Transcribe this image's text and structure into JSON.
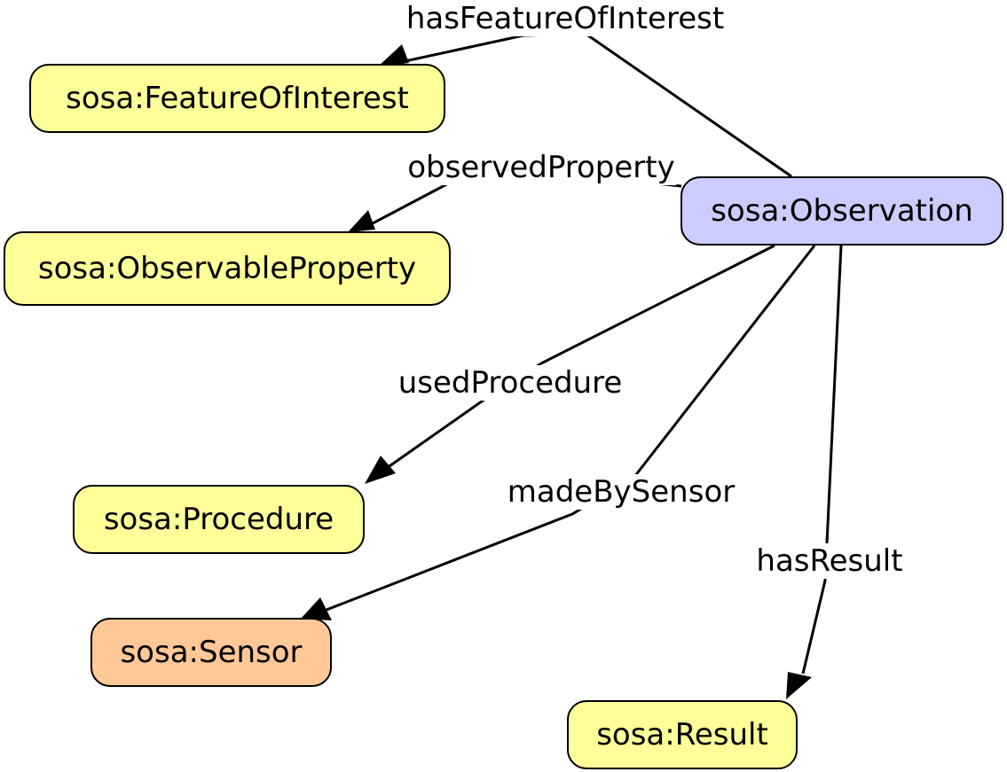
{
  "diagram": {
    "colors": {
      "class_fill": "#ffff99",
      "observation_fill": "#ccccff",
      "sensor_fill": "#ffc896",
      "stroke": "#000000"
    },
    "nodes": {
      "observation": {
        "label": "sosa:Observation",
        "fill": "#ccccff"
      },
      "feature_of_interest": {
        "label": "sosa:FeatureOfInterest",
        "fill": "#ffff99"
      },
      "observable_property": {
        "label": "sosa:ObservableProperty",
        "fill": "#ffff99"
      },
      "procedure": {
        "label": "sosa:Procedure",
        "fill": "#ffff99"
      },
      "sensor": {
        "label": "sosa:Sensor",
        "fill": "#ffc896"
      },
      "result": {
        "label": "sosa:Result",
        "fill": "#ffff99"
      }
    },
    "edges": [
      {
        "from": "observation",
        "to": "feature_of_interest",
        "label": "hasFeatureOfInterest"
      },
      {
        "from": "observation",
        "to": "observable_property",
        "label": "observedProperty"
      },
      {
        "from": "observation",
        "to": "procedure",
        "label": "usedProcedure"
      },
      {
        "from": "observation",
        "to": "sensor",
        "label": "madeBySensor"
      },
      {
        "from": "observation",
        "to": "result",
        "label": "hasResult"
      }
    ]
  }
}
